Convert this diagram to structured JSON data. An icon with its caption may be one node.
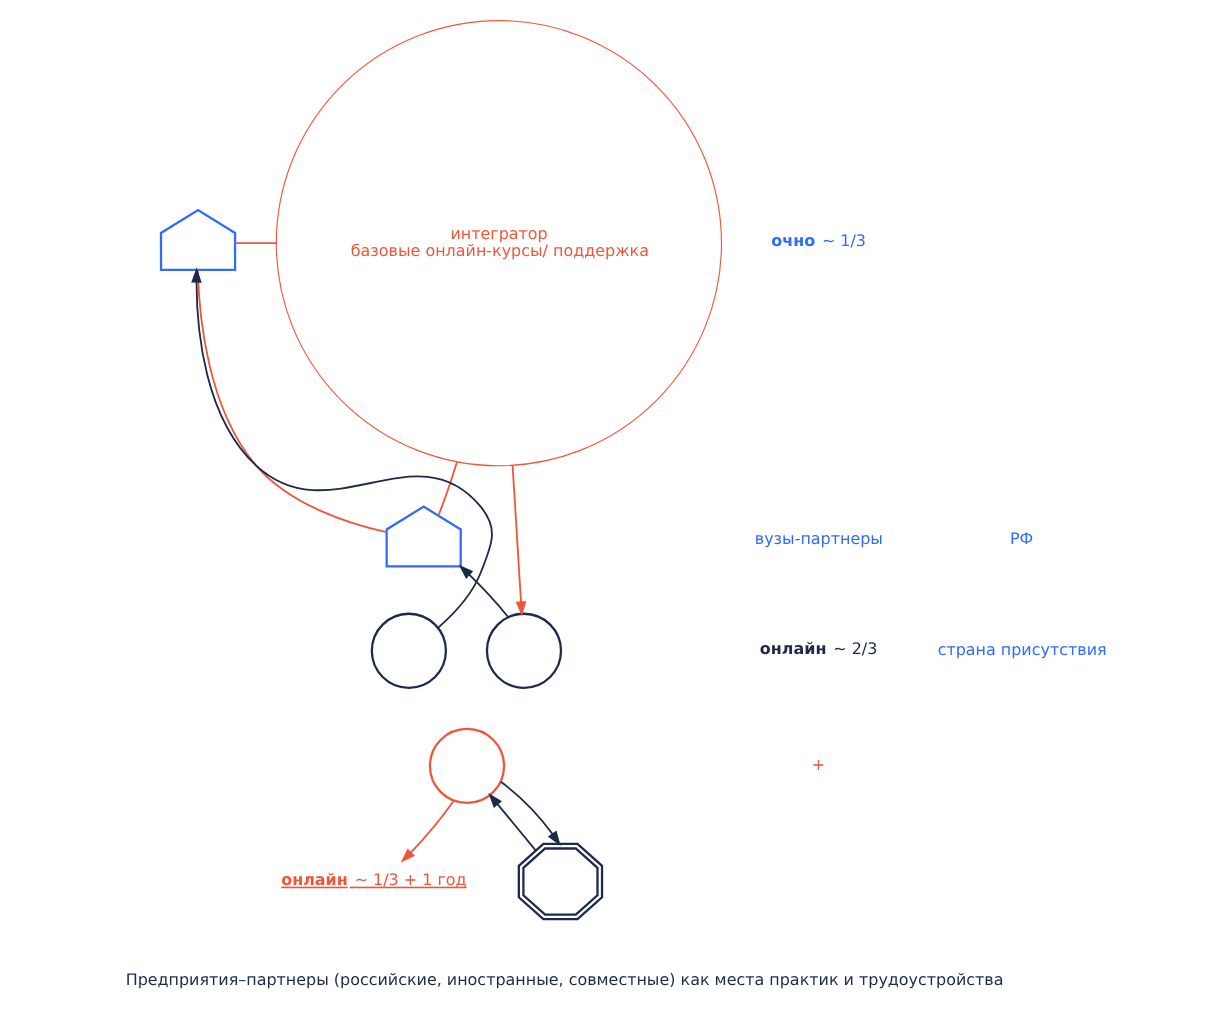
{
  "diagram": {
    "nodes": [
      {
        "text": [
          "интегратор",
          "базовые онлайн-курсы/ поддержка"
        ]
      },
      {
        "text": [],
        "shape": "building"
      },
      {
        "text": [],
        "shape": "building"
      },
      {
        "text": [],
        "shape": "circle"
      },
      {
        "text": [],
        "shape": "circle"
      },
      {
        "text": [],
        "shape": "circle"
      },
      {
        "text": [
          "**онлайн** ~ 1/3 + 1 год"
        ]
      },
      {
        "text": [],
        "shape": "gear"
      }
    ],
    "edges": [
      {
        "from": 0,
        "to": 1,
        "arrow": "none"
      },
      {
        "from": 0,
        "to": 2,
        "arrow": "none"
      },
      {
        "from": 1,
        "to": 2,
        "arrow": "none"
      },
      {
        "from": 0,
        "to": 3,
        "arrow": "to"
      },
      {
        "from": 3,
        "to": 2,
        "arrow": "to",
        "color": "#1e2a4a"
      },
      {
        "from": 4,
        "to": 1,
        "arrow": "to",
        "color": "#1e2a4a"
      },
      {
        "from": 7,
        "to": 5,
        "arrow": "to",
        "color": "#1e2a4a"
      },
      {
        "from": 5,
        "to": 7,
        "arrow": "to",
        "color": "#1e2a4a"
      },
      {
        "from": 5,
        "to": 6,
        "arrow": "to"
      }
    ],
    "labels": [
      "**очно** ~ 1/3",
      "вузы-партнеры",
      "РФ",
      "страна присутствия",
      "**онлайн** ~ 2/3",
      "+",
      "Предприятия–партнеры (российские, иностранные, совместные) как места практик и трудоустройства"
    ]
  }
}
